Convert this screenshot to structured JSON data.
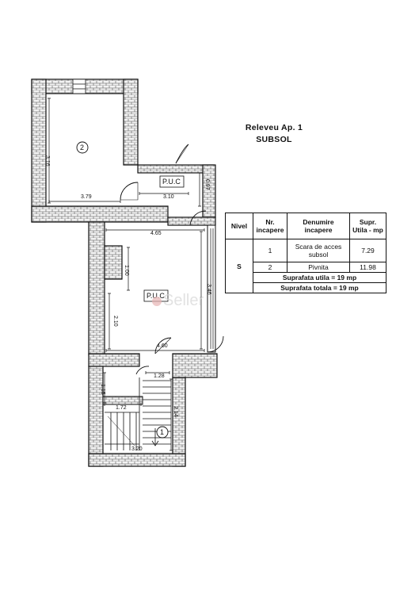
{
  "title": {
    "line1": "Releveu Ap. 1",
    "line2": "SUBSOL"
  },
  "rooms": {
    "room2_number": "2",
    "puc_top": "P.U.C",
    "puc_main": "P.U.C",
    "room1_number": "1"
  },
  "dimensions": {
    "d_316": "3.16",
    "d_379": "3.79",
    "d_310": "3.10",
    "d_097": "0.97",
    "d_465": "4.65",
    "d_100": "1.00",
    "d_346": "3.46",
    "d_210": "2.10",
    "d_460": "4.60",
    "d_128": "1.28",
    "d_115": "1.15",
    "d_172": "1.72",
    "d_214": "2.14",
    "d_320": "3.20"
  },
  "table": {
    "headers": {
      "nivel": "Nivel",
      "nr": "Nr. incapere",
      "denumire": "Denumire incapere",
      "supr": "Supr. Utila - mp"
    },
    "level": "S",
    "rows": [
      {
        "nr": "1",
        "name": "Scara de acces subsol",
        "area": "7.29"
      },
      {
        "nr": "2",
        "name": "Pivnita",
        "area": "11.98"
      }
    ],
    "total_useful": "Suprafata utila = 19  mp",
    "total_overall": "Suprafata totala = 19  mp"
  },
  "watermark": {
    "text": "Seller",
    "accent_color": "#e8b4b4"
  },
  "colors": {
    "wall_fill": "#ececec",
    "line": "#111111"
  }
}
